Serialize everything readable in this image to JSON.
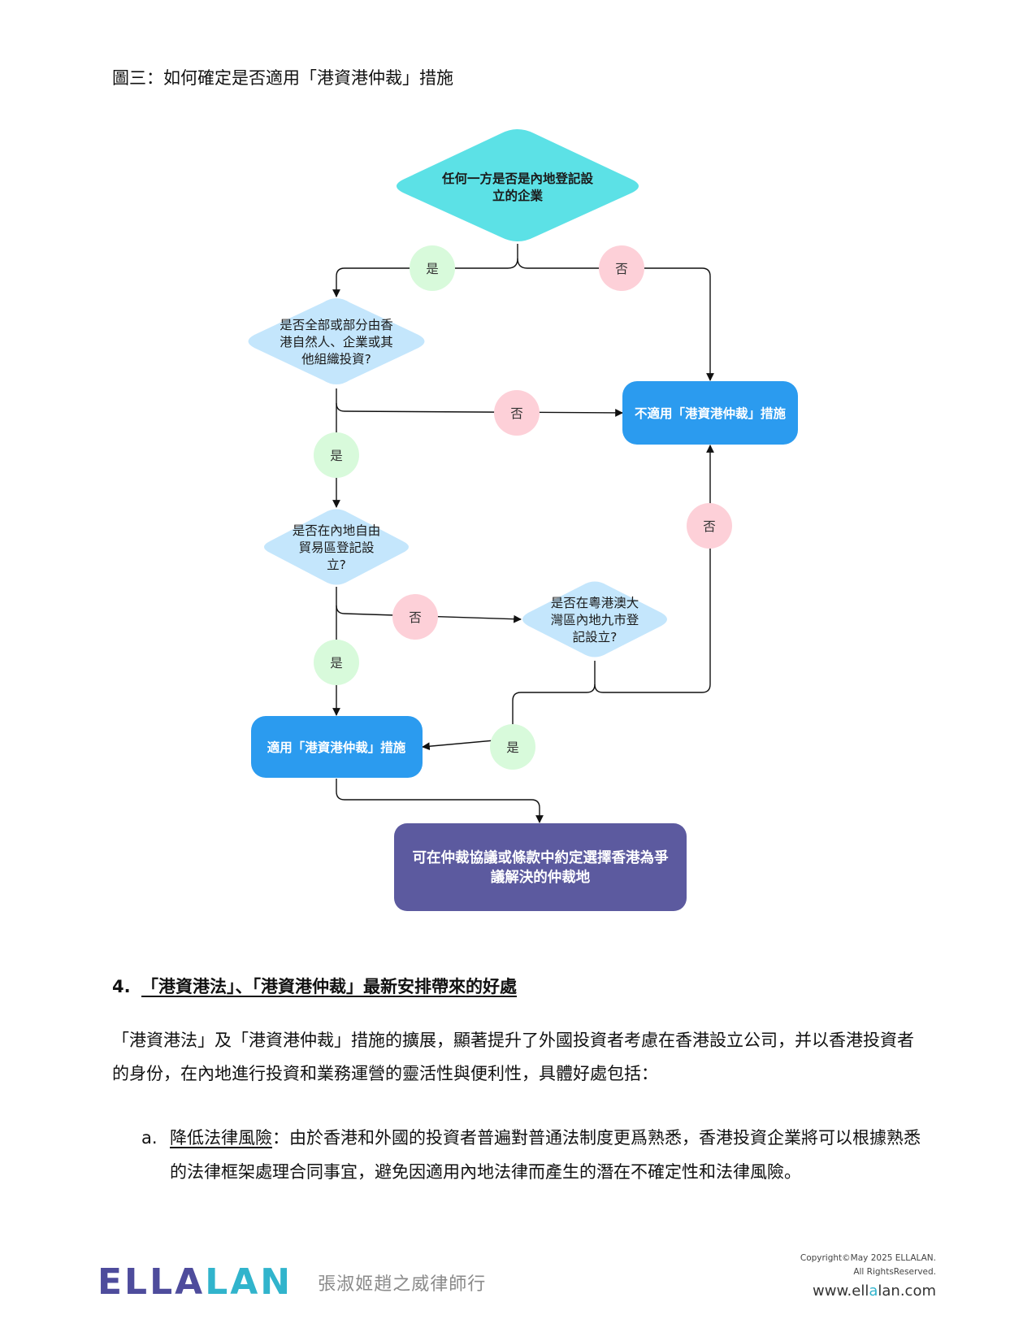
{
  "figure": {
    "title": "圖三：如何確定是否適用「港資港仲裁」措施",
    "nodes": {
      "q1": {
        "line1": "任何一方是否是內地登記設",
        "line2": "立的企業"
      },
      "q2": {
        "line1": "是否全部或部分由香",
        "line2": "港自然人、企業或其",
        "line3": "他組織投資?"
      },
      "q3": {
        "line1": "是否在內地自由",
        "line2": "貿易區登記設",
        "line3": "立?"
      },
      "q4": {
        "line1": "是否在粵港澳大",
        "line2": "灣區內地九市登",
        "line3": "記設立?"
      },
      "not_apply": "不適用「港資港仲裁」措施",
      "apply": "適用「港資港仲裁」措施",
      "result": {
        "line1": "可在仲裁協議或條款中約定選擇香港為爭",
        "line2": "議解決的仲裁地"
      }
    },
    "yes_label": "是",
    "no_label": "否",
    "colors": {
      "q1_fill": "#5ce1e6",
      "question_fill": "#c4e6fc",
      "action_fill": "#2b9bef",
      "result_fill": "#5c5a9f",
      "yes_badge": "#d8fadb",
      "no_badge": "#fdd0d8"
    }
  },
  "section": {
    "number": "4.",
    "title": "「港資港法」、「港資港仲裁」最新安排帶來的好處"
  },
  "intro_paragraph": "「港資港法」及「港資港仲裁」措施的擴展，顯著提升了外國投資者考慮在香港設立公司，并以香港投資者的身份，在內地進行投資和業務運營的靈活性與便利性，具體好處包括：",
  "list": [
    {
      "marker": "a.",
      "term": "降低法律風險",
      "text": "：由於香港和外國的投資者普遍對普通法制度更爲熟悉，香港投資企業將可以根據熟悉的法律框架處理合同事宜，避免因適用內地法律而產生的潛在不確定性和法律風險。"
    }
  ],
  "footer": {
    "brand_part1": "ELLA",
    "brand_part2": "LAN",
    "firm_name_cn": "張淑姬趙之威律師行",
    "copyright_line1": "Copyright©May 2025 ELLALAN.",
    "copyright_line2": "All RightsReserved.",
    "website_part1": "www.ell",
    "website_part2": "a",
    "website_part3": "lan.com"
  }
}
